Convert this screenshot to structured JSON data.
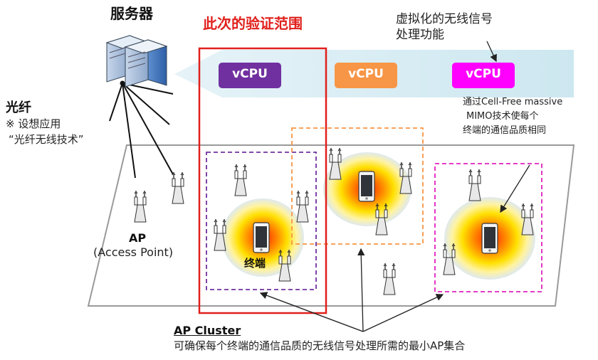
{
  "server": {
    "label": "服务器"
  },
  "verify": {
    "label": "此次的验证范围",
    "color": "#e0201c"
  },
  "virtual": {
    "line1": "虚拟化的无线信号",
    "line2": "处理功能"
  },
  "vcpus": [
    {
      "label": "vCPU",
      "color": "#7030a0"
    },
    {
      "label": "vCPU",
      "color": "#f79646"
    },
    {
      "label": "vCPU",
      "color": "#ff00ff"
    }
  ],
  "fiber": {
    "title": "光纤",
    "note1": "※ 设想应用",
    "note2": "“光纤无线技术”"
  },
  "cellfree": {
    "line1": "通过Cell-Free massive",
    "line2": "MIMO技术使每个",
    "line3": "终端的通信品质相同"
  },
  "ap": {
    "title": "AP",
    "sub": "(Access Point)"
  },
  "terminal": {
    "label": "终端"
  },
  "cluster": {
    "title": "AP Cluster",
    "desc": "可确保每个终端的通信品质的无线信号处理所需的最小AP集合"
  },
  "colors": {
    "band": "#d6ecf3",
    "cluster_purple": "#7030a0",
    "cluster_orange": "#f79646",
    "cluster_magenta": "#e020c0"
  }
}
